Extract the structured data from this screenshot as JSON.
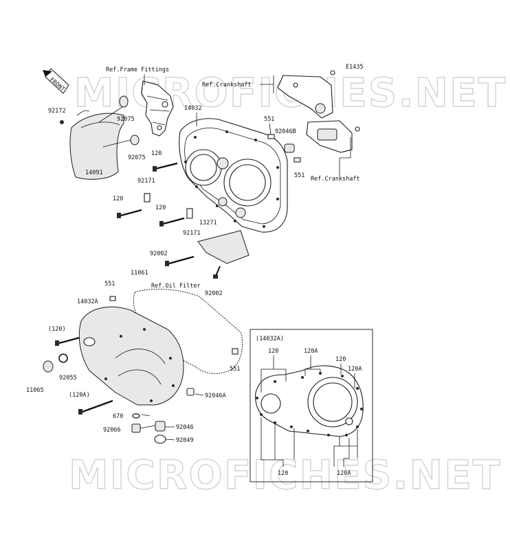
{
  "diagram": {
    "code": "E1435",
    "watermark": "MICROFICHES.NET",
    "front_label": "FRONT",
    "inset_title": "(14032A)",
    "labels": {
      "ref_frame_fittings": "Ref.Frame Fittings",
      "ref_crankshaft_top": "Ref.Crankshaft",
      "ref_crankshaft_right": "Ref.Crankshaft",
      "ref_oil_filter": "Ref.Oil Filter",
      "p92172": "92172",
      "p92075_a": "92075",
      "p92075_b": "92075",
      "p14032": "14032",
      "p551_top": "551",
      "p92046B": "92046B",
      "p551_right": "551",
      "p120_a": "120",
      "p14091": "14091",
      "p92171_a": "92171",
      "p120_b": "120",
      "p120_c": "120",
      "p13271": "13271",
      "p92171_b": "92171",
      "p92002_a": "92002",
      "p11061": "11061",
      "p551_mid": "551",
      "p92002_b": "92002",
      "p14032A": "14032A",
      "p120_paren": "(120)",
      "p92055": "92055",
      "p11065": "11065",
      "p120A_paren": "(120A)",
      "p551_low": "551",
      "p92046A": "92046A",
      "p670": "670",
      "p92066": "92066",
      "p92046": "92046",
      "p92049": "92049",
      "inset_120_a": "120",
      "inset_120A_a": "120A",
      "inset_120_b": "120",
      "inset_120A_b": "120A",
      "inset_120_c": "120",
      "inset_120A_c": "120A"
    }
  }
}
